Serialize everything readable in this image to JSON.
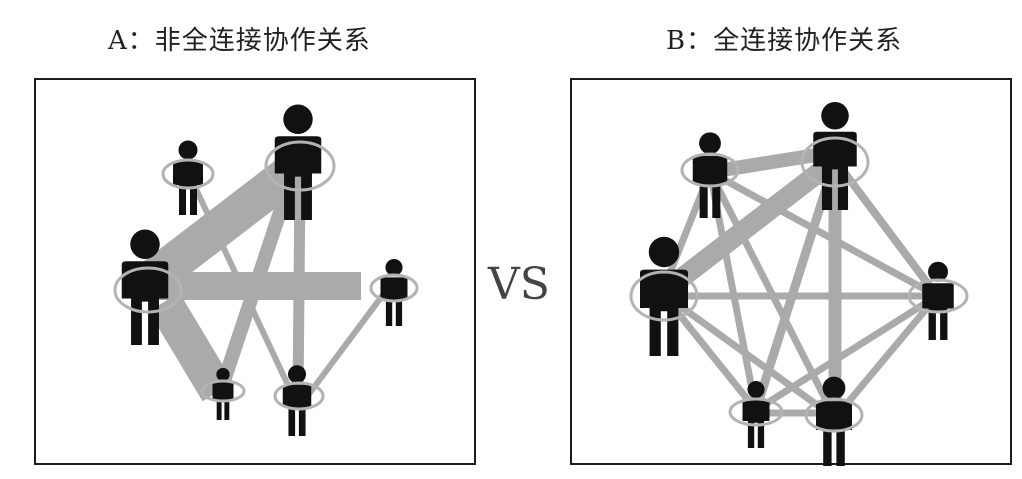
{
  "panel_a": {
    "title": "A：非全连接协作关系"
  },
  "panel_b": {
    "title": "B：全连接协作关系"
  },
  "vs_label": "VS",
  "colors": {
    "link": "#aaaaaa",
    "ring": "#b3b3b3",
    "person": "#111111",
    "border": "#1c1c1c"
  },
  "icons": [
    "person-icon",
    "ring-icon"
  ]
}
